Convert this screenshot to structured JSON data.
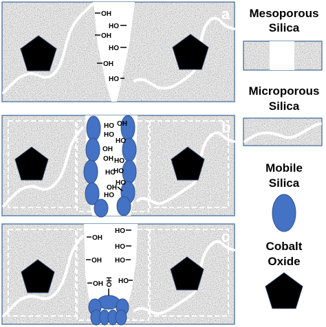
{
  "panels": [
    {
      "letter": "a"
    },
    {
      "letter": "b"
    },
    {
      "letter": "c"
    }
  ],
  "oh_text": {
    "oh": "OH",
    "ho": "HO"
  },
  "legend": {
    "mesoporous": {
      "line1": "Mesoporous",
      "line2": "Silica"
    },
    "microporous": {
      "line1": "Microporous",
      "line2": "Silica"
    },
    "mobile": {
      "line1": "Mobile",
      "line2": "Silica"
    },
    "cobalt": {
      "line1": "Cobalt",
      "line2": "Oxide"
    }
  },
  "colors": {
    "silica_base": "#a9a9a9",
    "ellipse_fill": "#4472c4",
    "ellipse_stroke": "#2f528f",
    "pentagon": "#000000",
    "frame": "#5b7fa6"
  }
}
